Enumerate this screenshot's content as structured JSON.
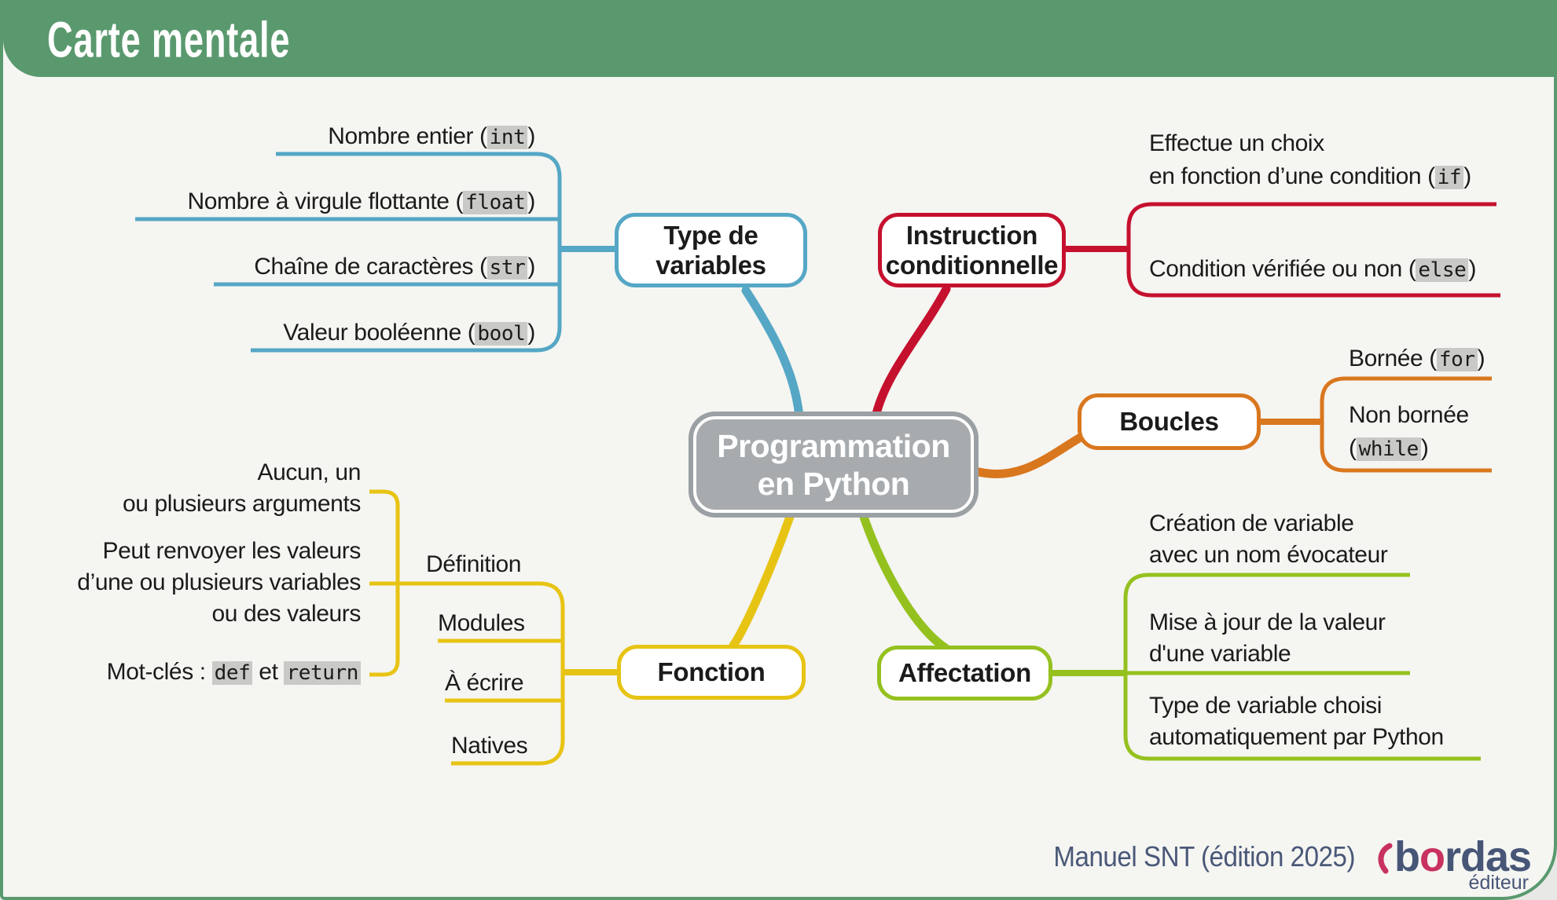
{
  "header": {
    "title": "Carte mentale"
  },
  "central": {
    "line1": "Programmation",
    "line2": "en Python"
  },
  "palette": {
    "frame_green": "#5a996e",
    "types_blue": "#55a7c5",
    "conditional_red": "#c5112e",
    "loops_orange": "#d9771e",
    "assignment_green": "#95c11f",
    "functions_yellow": "#e7c414",
    "central_gray": "#a7abae",
    "code_highlight_bg": "#c9c9c7",
    "footer_slate": "#4a5878",
    "logo_pink": "#c8325e"
  },
  "branches": {
    "types": {
      "label_line1": "Type de",
      "label_line2": "variables",
      "leaves": [
        {
          "pre": "Nombre entier (",
          "code": "int",
          "post": ")"
        },
        {
          "pre": "Nombre à virgule flottante (",
          "code": "float",
          "post": ")"
        },
        {
          "pre": "Chaîne de caractères (",
          "code": "str",
          "post": ")"
        },
        {
          "pre": "Valeur booléenne (",
          "code": "bool",
          "post": ")"
        }
      ]
    },
    "conditional": {
      "label_line1": "Instruction",
      "label_line2": "conditionnelle",
      "leaves": [
        {
          "line1": "Effectue un choix",
          "pre": "en fonction d’une condition (",
          "code": "if",
          "post": ")"
        },
        {
          "pre": "Condition vérifiée ou non (",
          "code": "else",
          "post": ")"
        }
      ]
    },
    "loops": {
      "label": "Boucles",
      "leaves": [
        {
          "pre": "Bornée (",
          "code": "for",
          "post": ")"
        },
        {
          "line1": "Non bornée",
          "pre": "(",
          "code": "while",
          "post": ")"
        }
      ]
    },
    "assignment": {
      "label": "Affectation",
      "leaves": [
        {
          "line1": "Création de variable",
          "line2": "avec un nom évocateur"
        },
        {
          "line1": "Mise à jour de la valeur",
          "line2": "d'une variable"
        },
        {
          "line1": "Type de variable choisi",
          "line2": "automatiquement par Python"
        }
      ]
    },
    "functions": {
      "label": "Fonction",
      "children": [
        {
          "label": "Définition"
        },
        {
          "label": "Modules"
        },
        {
          "label": "À écrire"
        },
        {
          "label": "Natives"
        }
      ],
      "definition_leaves": [
        {
          "line1": "Aucun, un",
          "line2": "ou plusieurs arguments"
        },
        {
          "line1": "Peut renvoyer les valeurs",
          "line2": "d’une ou plusieurs variables",
          "line3": "ou des valeurs"
        },
        {
          "pre": "Mot-clés : ",
          "code1": "def",
          "mid": " et ",
          "code2": "return"
        }
      ]
    }
  },
  "footer": {
    "caption": "Manuel SNT (édition 2025)",
    "logo_b": "b",
    "logo_o": "o",
    "logo_rest": "rdas",
    "logo_sub": "éditeur"
  }
}
